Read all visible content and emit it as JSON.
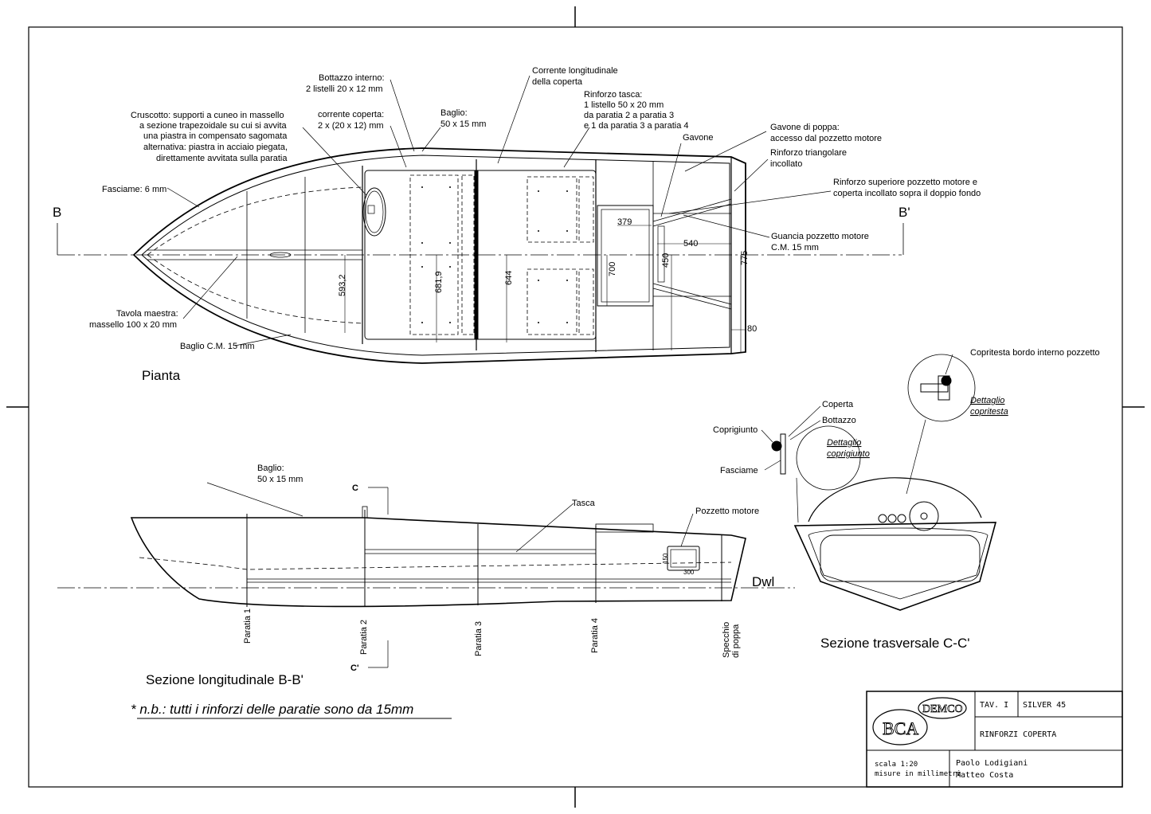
{
  "plan": {
    "title": "Pianta",
    "section_letter_left": "B",
    "section_letter_right": "B'",
    "labels": {
      "bottazzo_interno": [
        "Bottazzo interno:",
        "2 listelli 20 x 12 mm"
      ],
      "corrente_longitudinale": [
        "Corrente longitudinale",
        "della coperta"
      ],
      "rinforzo_tasca": [
        "Rinforzo tasca:",
        "1 listello 50 x 20 mm",
        "da paratia 2 a paratia 3",
        "e 1 da paratia 3 a paratia 4"
      ],
      "cruscotto": [
        "Cruscotto: supporti a cuneo in massello",
        "a sezione trapezoidale su cui si avvita",
        "una piastra in compensato sagomata",
        "alternativa: piastra in acciaio piegata,",
        "direttamente avvitata sulla paratia"
      ],
      "corrente_coperta": [
        "corrente coperta:",
        "2 x (20 x 12) mm"
      ],
      "baglio": [
        "Baglio:",
        "50 x 15 mm"
      ],
      "gavone": "Gavone",
      "gavone_poppa": [
        "Gavone di poppa:",
        "accesso dal pozzetto motore"
      ],
      "rinforzo_triangolare": [
        "Rinforzo triangolare",
        "incollato"
      ],
      "rinforzo_superiore": [
        "Rinforzo superiore pozzetto motore e",
        "coperta incollato sopra il doppio fondo"
      ],
      "guancia": [
        "Guancia pozzetto motore",
        "C.M. 15 mm"
      ],
      "fasciame": "Fasciame: 6 mm",
      "tavola_maestra": [
        "Tavola maestra:",
        "massello 100 x 20 mm"
      ],
      "baglio_cm": "Baglio C.M. 15 mm"
    },
    "dimensions": [
      "379",
      "540",
      "450",
      "775",
      "700",
      "593,2",
      "681,9",
      "644",
      "80"
    ]
  },
  "longitudinal": {
    "title": "Sezione longitudinale B-B'",
    "labels": {
      "baglio": [
        "Baglio:",
        "50 x 15 mm"
      ],
      "tasca": "Tasca",
      "pozzetto_motore": "Pozzetto motore",
      "dwl": "Dwl",
      "section_c": "C",
      "section_c2": "C'"
    },
    "bulkheads": [
      "Paratia 1",
      "Paratia 2",
      "Paratia 3",
      "Paratia 4"
    ],
    "transom": [
      "Specchio",
      "di poppa"
    ],
    "dimensions": [
      "150",
      "300"
    ]
  },
  "transversal": {
    "title": "Sezione trasversale C-C'",
    "labels": {
      "copritesta": "Copritesta bordo interno pozzetto",
      "dettaglio_copritesta": [
        "Dettaglio",
        "copritesta"
      ],
      "coperta": "Coperta",
      "bottazzo": "Bottazzo",
      "coprigiunto": "Coprigiunto",
      "dettaglio_coprigiunto": [
        "Dettaglio",
        "coprigiunto"
      ],
      "fasciame": "Fasciame"
    }
  },
  "note": "* n.b.: tutti i rinforzi delle paratie sono da 15mm",
  "title_block": {
    "logo_demco": "DEMCO",
    "logo_bca": "BCA",
    "tav": "TAV. I",
    "model": "SILVER 45",
    "subject": "RINFORZI COPERTA",
    "scale": "scala 1:20",
    "units": "misure in millimetri",
    "author1": "Paolo Lodigiani",
    "author2": "Matteo Costa"
  }
}
